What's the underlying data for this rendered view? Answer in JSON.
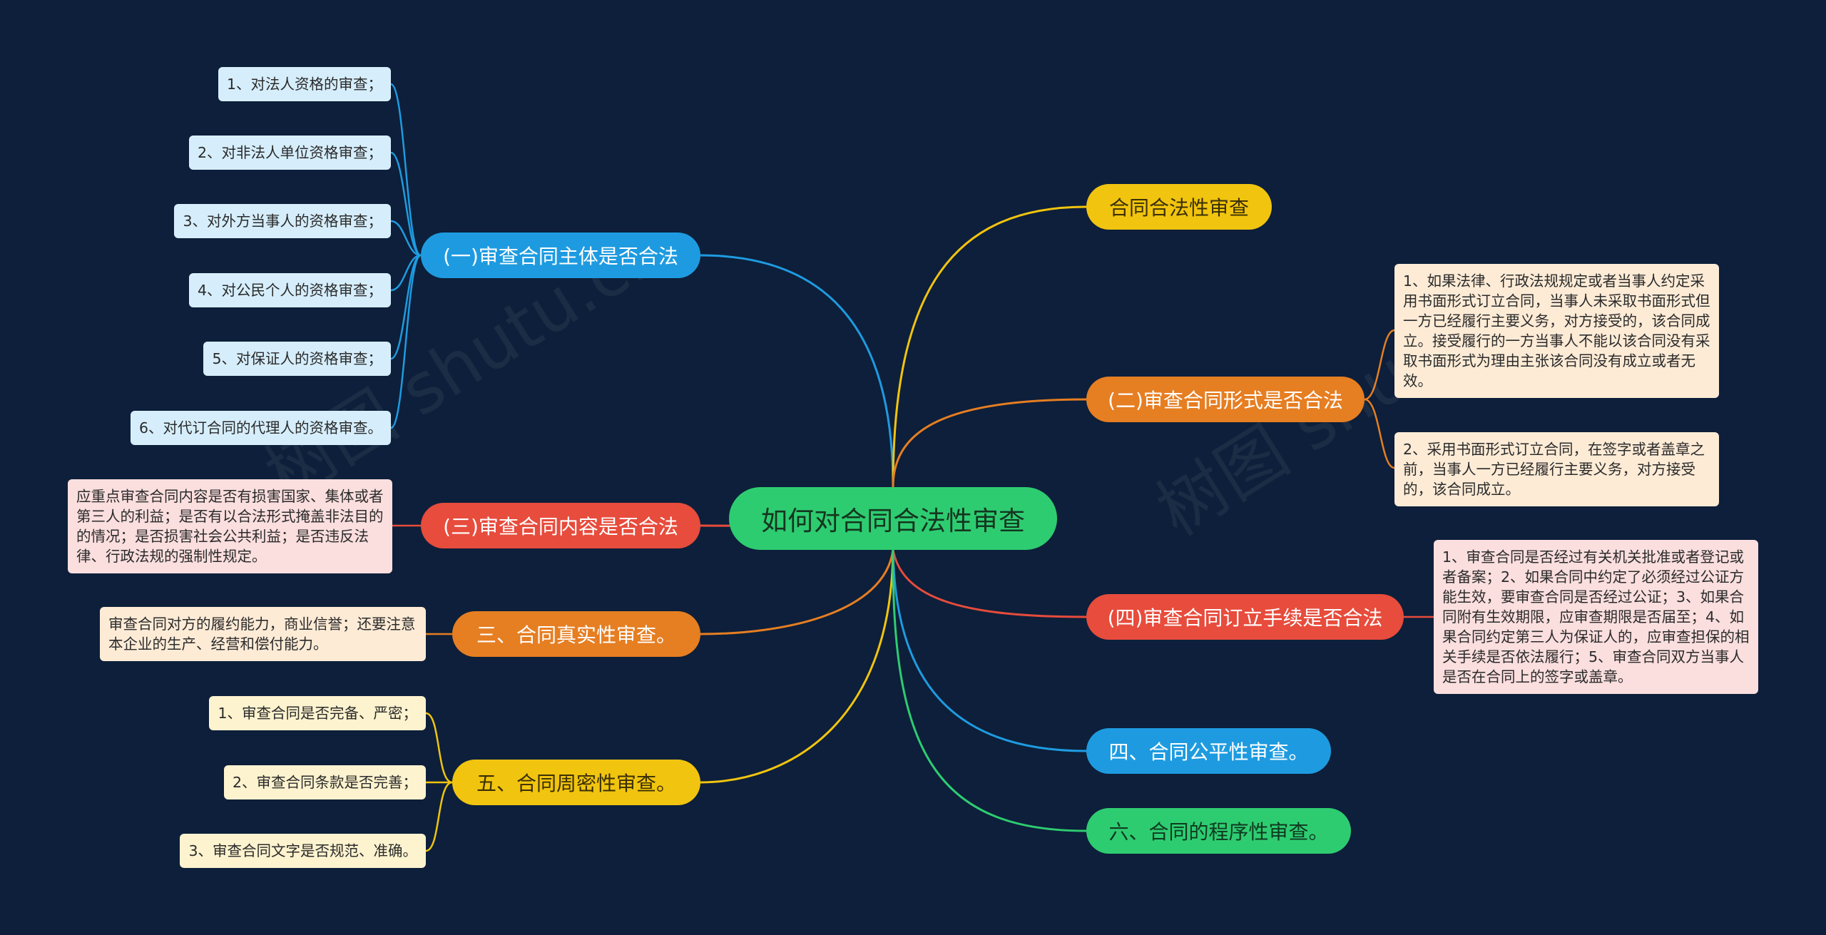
{
  "root": {
    "label": "如何对合同合法性审查"
  },
  "watermark": "树图 shutu.cn",
  "colors": {
    "background": "#0d1f3a",
    "blue": "#1e9be0",
    "orange": "#e67e22",
    "red": "#e74c3c",
    "yellow": "#f1c40f",
    "green": "#2ecc71",
    "leaf_blue": "#d6eefc",
    "leaf_peach": "#fdebd6",
    "leaf_pink": "#fbdede",
    "leaf_cream": "#fdf3cf"
  },
  "branches": {
    "b1": {
      "label": "(一)审查合同主体是否合法"
    },
    "b2": {
      "label": "(三)审查合同内容是否合法"
    },
    "b3": {
      "label": "三、合同真实性审查。"
    },
    "b4": {
      "label": "五、合同周密性审查。"
    },
    "b5": {
      "label": "合同合法性审查"
    },
    "b6": {
      "label": "(二)审查合同形式是否合法"
    },
    "b7": {
      "label": "(四)审查合同订立手续是否合法"
    },
    "b8": {
      "label": "四、合同公平性审查。"
    },
    "b9": {
      "label": "六、合同的程序性审查。"
    }
  },
  "leaves": {
    "b1_items": [
      "1、对法人资格的审查；",
      "2、对非法人单位资格审查；",
      "3、对外方当事人的资格审查；",
      "4、对公民个人的资格审查；",
      "5、对保证人的资格审查；",
      "6、对代订合同的代理人的资格审查。"
    ],
    "b2_text": "应重点审查合同内容是否有损害国家、集体或者第三人的利益；是否有以合法形式掩盖非法目的的情况；是否损害社会公共利益；是否违反法律、行政法规的强制性规定。",
    "b3_text": "审查合同对方的履约能力，商业信誉；还要注意本企业的生产、经营和偿付能力。",
    "b4_items": [
      "1、审查合同是否完备、严密；",
      "2、审查合同条款是否完善；",
      "3、审查合同文字是否规范、准确。"
    ],
    "b6_items": [
      "1、如果法律、行政法规规定或者当事人约定采用书面形式订立合同，当事人未采取书面形式但一方已经履行主要义务，对方接受的，该合同成立。接受履行的一方当事人不能以该合同没有采取书面形式为理由主张该合同没有成立或者无效。",
      "2、采用书面形式订立合同，在签字或者盖章之前，当事人一方已经履行主要义务，对方接受的，该合同成立。"
    ],
    "b7_text": "1、审查合同是否经过有关机关批准或者登记或者备案；2、如果合同中约定了必须经过公证方能生效，要审查合同是否经过公证；3、如果合同附有生效期限，应审查期限是否届至；4、如果合同约定第三人为保证人的，应审查担保的相关手续是否依法履行；5、审查合同双方当事人是否在合同上的签字或盖章。"
  }
}
